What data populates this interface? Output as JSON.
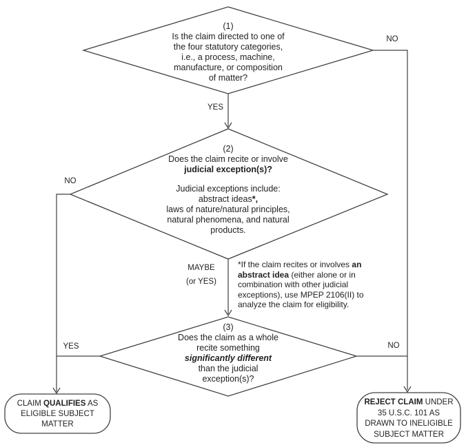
{
  "colors": {
    "line": "#404040",
    "text": "#1f1f1f",
    "background": "#ffffff"
  },
  "labels": {
    "yes1": "YES",
    "no1": "NO",
    "no2": "NO",
    "maybe_line1": "MAYBE",
    "maybe_line2": "(or YES)",
    "yes3": "YES",
    "no3": "NO"
  },
  "decision1": {
    "number": "(1)",
    "line1": "Is the claim directed to one of",
    "line2": "the four statutory categories,",
    "line3": "i.e., a process, machine,",
    "line4": "manufacture, or composition",
    "line5": "of matter?"
  },
  "decision2": {
    "number": "(2)",
    "question_line1": "Does the claim recite or involve",
    "question_line2_bold": "judicial exception(s)?",
    "info_line1": "Judicial exceptions include:",
    "info_line2_normal": "abstract ideas",
    "info_line2_bold": "*,",
    "info_line3": "laws of nature/natural principles,",
    "info_line4": "natural phenomena, and natural",
    "info_line5": "products."
  },
  "footnote": {
    "line1_pre": "*If the claim recites or involves ",
    "line1_bold": "an",
    "line2_bold": "abstract idea",
    "line2_rest": " (either alone or in",
    "line3": "combination with other judicial",
    "line4": "exceptions), use MPEP 2106(II) to",
    "line5": "analyze the claim for eligibility."
  },
  "decision3": {
    "number": "(3)",
    "line1": "Does the claim as a whole",
    "line2": "recite something",
    "line3_bold_italic": "significantly different",
    "line4": "than the judicial",
    "line5": "exception(s)?"
  },
  "terminal_qualify": {
    "line1_pre": "CLAIM ",
    "line1_bold": "QUALIFIES",
    "line1_post": " AS",
    "line2": "ELIGIBLE SUBJECT",
    "line3": "MATTER"
  },
  "terminal_reject": {
    "line1_bold": "REJECT CLAIM",
    "line1_post": " UNDER",
    "line2": "35 U.S.C. 101 AS",
    "line3": "DRAWN TO INELIGIBLE",
    "line4": "SUBJECT MATTER"
  }
}
